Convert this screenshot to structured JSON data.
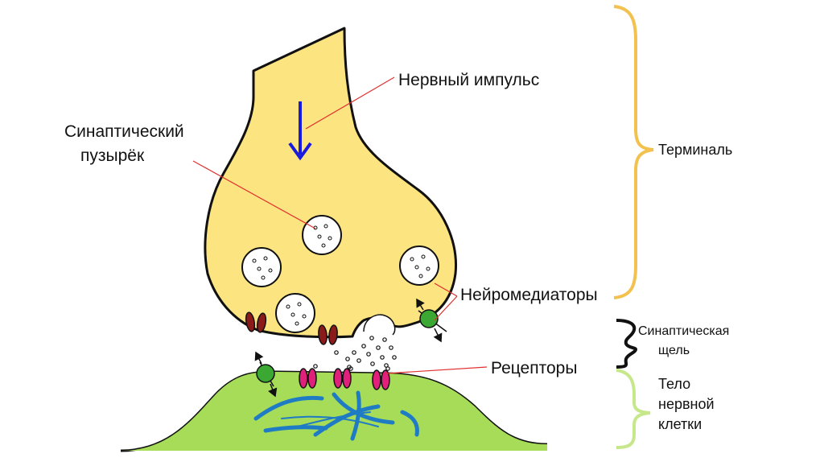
{
  "labels": {
    "nerve_impulse": "Нервный импульс",
    "synaptic_vesicle_line1": "Синаптический",
    "synaptic_vesicle_line2": "пузырёк",
    "terminal": "Терминаль",
    "neurotransmitters": "Нейромедиаторы",
    "synaptic_cleft_line1": "Синаптическая",
    "synaptic_cleft_line2": "щель",
    "receptors": "Рецепторы",
    "cell_body_line1": "Тело",
    "cell_body_line2": "нервной",
    "cell_body_line3": "клетки"
  },
  "colors": {
    "terminal_fill": "#fce480",
    "cell_body_fill": "#a6dc58",
    "terminal_brace": "#f2c14e",
    "cleft_brace": "#111111",
    "cell_brace": "#c6e88a",
    "impulse_arrow": "#1a1adc",
    "leader_lines": "#e03030",
    "receptor": "#e0207a",
    "channel": "#8b1a1a",
    "transporter": "#3aa832",
    "fibers": "#1f7bc4"
  },
  "icons": {
    "impulse": "down-arrow-icon",
    "vesicle": "vesicle-circle",
    "receptor": "receptor-oval",
    "transporter": "transporter-circle"
  }
}
